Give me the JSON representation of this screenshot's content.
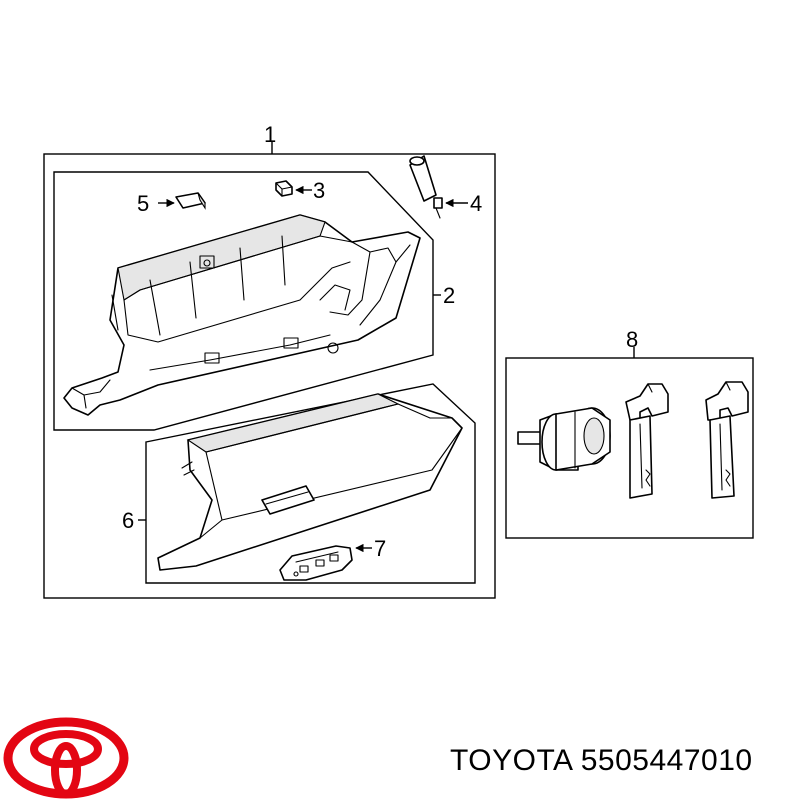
{
  "callouts": {
    "c1": "1",
    "c2": "2",
    "c3": "3",
    "c4": "4",
    "c5": "5",
    "c6": "6",
    "c7": "7",
    "c8": "8"
  },
  "caption": "TOYOTA 5505447010",
  "colors": {
    "logo": "#e30613",
    "line": "#000000",
    "background": "#ffffff"
  }
}
